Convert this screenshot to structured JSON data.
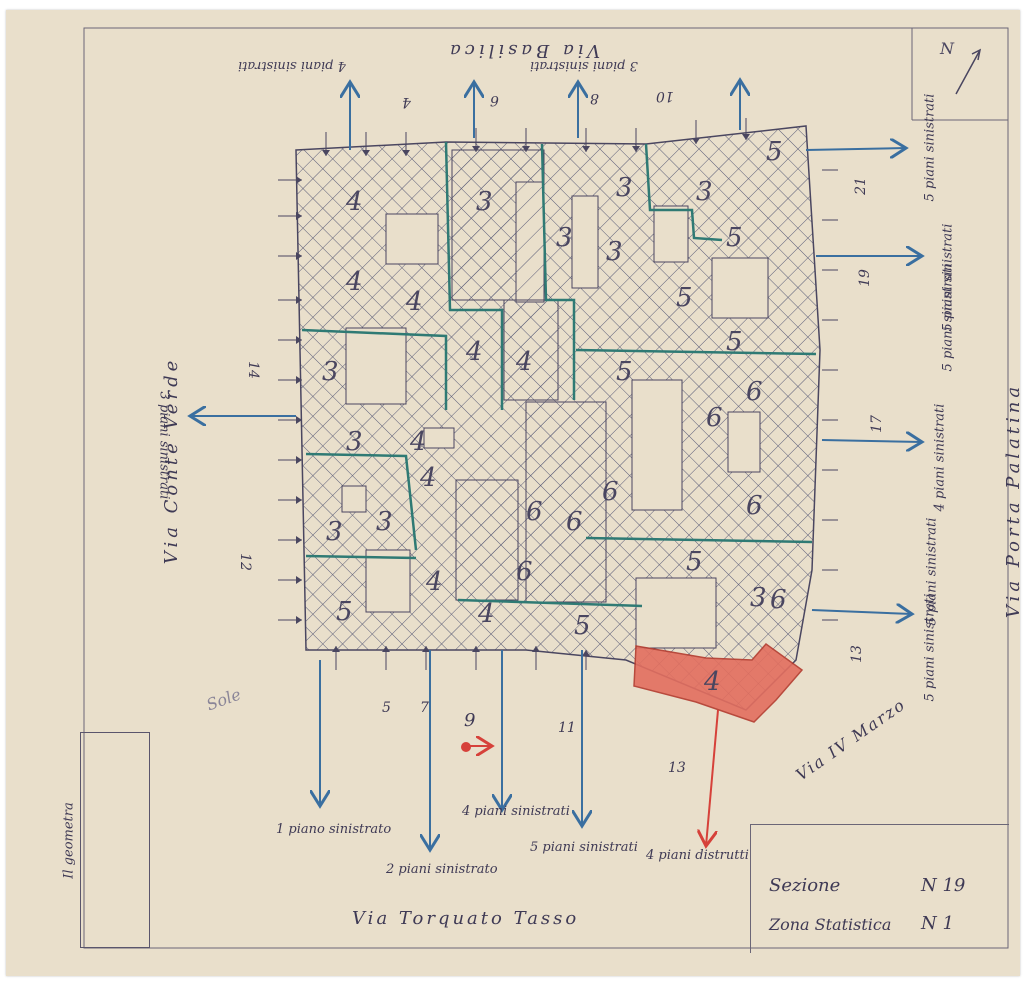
{
  "colors": {
    "paper": "#e9dfcb",
    "pencil": "#4a4660",
    "blue": "#3a6fa0",
    "teal": "#2f7a74",
    "red": "#d6413a"
  },
  "streets": {
    "north": "Via Basilica",
    "west": "Via Conte Verde",
    "east": "Via Porta Palatina",
    "south": "Via Torquato Tasso",
    "southeast": "Via IV Marzo"
  },
  "title_block": {
    "section_label": "Sezione",
    "section_no": "N 19",
    "zone_label": "Zona Statistica",
    "zone_no": "N 1"
  },
  "signature": {
    "role": "Il geometra",
    "sign": "Sole"
  },
  "north_arrow": "N",
  "annotations": [
    {
      "text": "4 piani sinistrati"
    },
    {
      "text": "3 piani sinistrati"
    },
    {
      "text": "3 piani sinistrati"
    },
    {
      "text": "5 piani sinistrati"
    },
    {
      "text": "5 piani sinistrati"
    },
    {
      "text": "5 piani sinistrati"
    },
    {
      "text": "4 piani sinistrati"
    },
    {
      "text": "5 piani sinistrati"
    },
    {
      "text": "5 piani sinistrati"
    },
    {
      "text": "1 piano sinistrato"
    },
    {
      "text": "2 piani sinistrato"
    },
    {
      "text": "4 piani sinistrati"
    },
    {
      "text": "5 piani sinistrati"
    },
    {
      "text": "4 piani distrutti"
    }
  ],
  "house_numbers": [
    "4",
    "6",
    "8",
    "10",
    "14",
    "12",
    "5",
    "7",
    "9",
    "11",
    "13",
    "21",
    "19",
    "17",
    "13"
  ]
}
